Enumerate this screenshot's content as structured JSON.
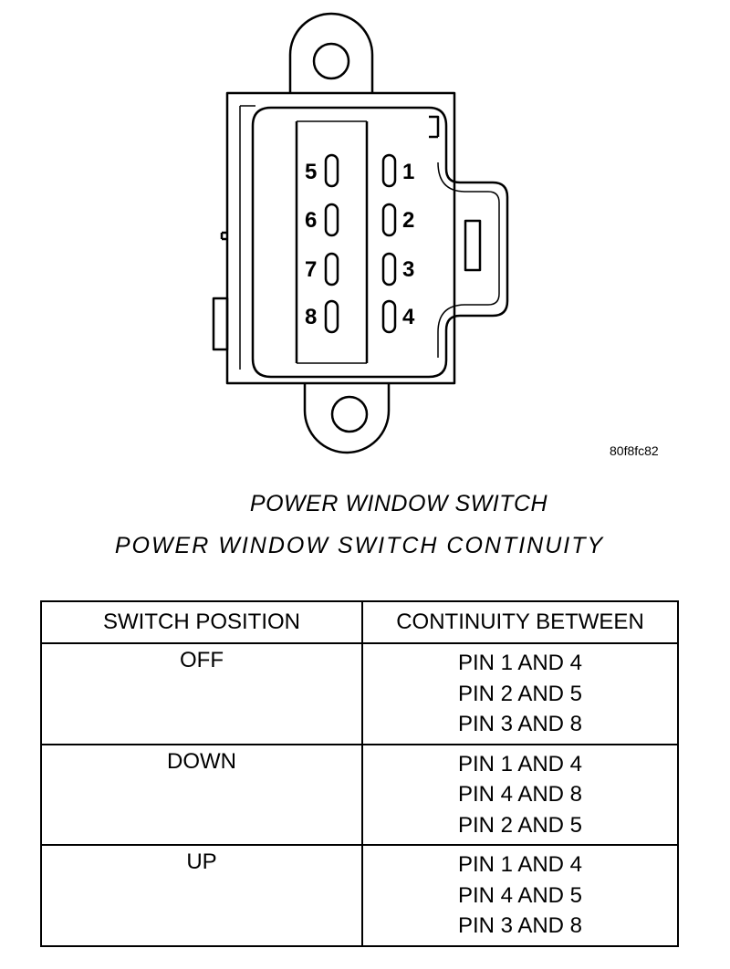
{
  "diagram": {
    "pins_left": [
      "5",
      "6",
      "7",
      "8"
    ],
    "pins_right": [
      "1",
      "2",
      "3",
      "4"
    ],
    "figure_code": "80f8fc82"
  },
  "caption": "POWER WINDOW SWITCH",
  "table": {
    "title": "POWER WINDOW SWITCH CONTINUITY",
    "headers": {
      "position": "SWITCH POSITION",
      "continuity": "CONTINUITY BETWEEN"
    },
    "rows": [
      {
        "position": "OFF",
        "pins": [
          "PIN 1 AND 4",
          "PIN 2 AND 5",
          "PIN 3 AND 8"
        ]
      },
      {
        "position": "DOWN",
        "pins": [
          "PIN 1 AND 4",
          "PIN 4 AND 8",
          "PIN 2 AND 5"
        ]
      },
      {
        "position": "UP",
        "pins": [
          "PIN 1 AND 4",
          "PIN 4 AND 5",
          "PIN 3 AND 8"
        ]
      }
    ]
  }
}
